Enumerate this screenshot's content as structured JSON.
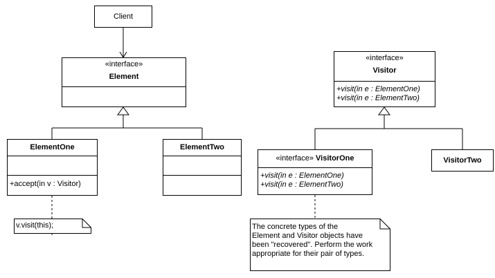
{
  "client": {
    "name": "Client"
  },
  "element": {
    "stereotype": "«interface»",
    "name": "Element"
  },
  "element_one": {
    "name": "ElementOne",
    "operation": "+accept(in v : Visitor)"
  },
  "element_two": {
    "name": "ElementTwo"
  },
  "note_left": {
    "text": "v.visit(this);"
  },
  "visitor": {
    "stereotype": "«interface»",
    "name": "Visitor",
    "operations": [
      "+visit(in e : ElementOne)",
      "+visit(in e : ElementTwo)"
    ]
  },
  "visitor_one": {
    "stereotype": "«interface»",
    "name": "VisitorOne",
    "operations": [
      "+visit(in e : ElementOne)",
      "+visit(in e : ElementTwo)"
    ]
  },
  "visitor_two": {
    "name": "VisitorTwo"
  },
  "note_right": {
    "lines": [
      "The concrete types of the",
      "Element and Visitor objects have",
      "been \"recovered\". Perform the work",
      "appropriate for their pair of types."
    ]
  }
}
